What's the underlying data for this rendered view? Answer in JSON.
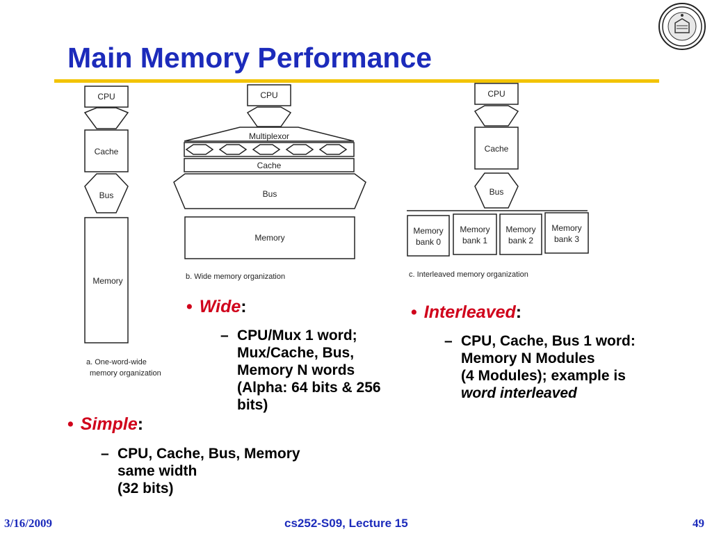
{
  "slide": {
    "title": "Main Memory Performance",
    "date": "3/16/2009",
    "course": "cs252-S09, Lecture 15",
    "page": "49"
  },
  "diagram": {
    "a": {
      "cpu": "CPU",
      "cache": "Cache",
      "bus": "Bus",
      "memory": "Memory",
      "caption_line1": "a. One-word-wide",
      "caption_line2": "memory organization"
    },
    "b": {
      "cpu": "CPU",
      "multiplexor": "Multiplexor",
      "cache": "Cache",
      "bus": "Bus",
      "memory": "Memory",
      "caption": "b. Wide memory organization"
    },
    "c": {
      "cpu": "CPU",
      "cache": "Cache",
      "bus": "Bus",
      "bank_word": "Memory",
      "banks": [
        "bank 0",
        "bank 1",
        "bank 2",
        "bank 3"
      ],
      "caption": "c. Interleaved memory organization"
    }
  },
  "bullets": {
    "wide": {
      "keyword": "Wide",
      "lines": [
        "CPU/Mux 1 word;",
        "Mux/Cache, Bus,",
        "Memory N words",
        "(Alpha: 64 bits & 256",
        "bits)"
      ]
    },
    "simple": {
      "keyword": "Simple",
      "lines": [
        "CPU, Cache, Bus, Memory",
        "same width",
        "(32 bits)"
      ]
    },
    "interleaved": {
      "keyword": "Interleaved",
      "lines": [
        "CPU, Cache, Bus 1 word:",
        "Memory N Modules",
        "(4 Modules); example is"
      ],
      "italic_line": "word interleaved"
    }
  }
}
